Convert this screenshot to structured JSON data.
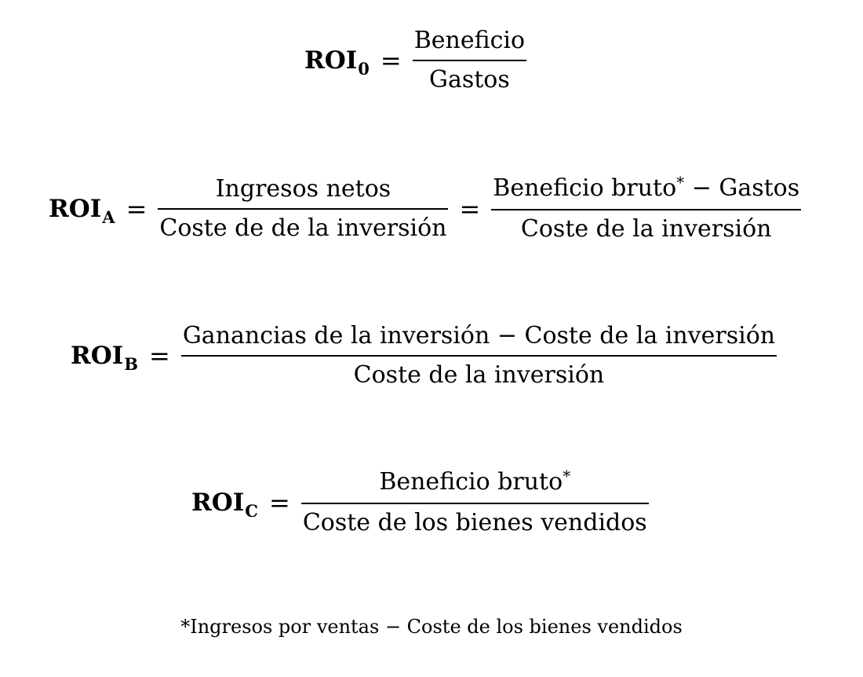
{
  "formulas": [
    {
      "lhs": "ROI",
      "sub": "0",
      "num": "Beneficio",
      "den": "Gastos"
    },
    {
      "lhs": "ROI",
      "sub": "A",
      "f1_num": "Ingresos netos",
      "f1_den": "Coste de de la inversión",
      "f2_num": "Beneficio bruto",
      "f2_num_star": "*",
      "f2_num_rest": " − Gastos",
      "f2_den": "Coste de la inversión"
    },
    {
      "lhs": "ROI",
      "sub": "B",
      "num": "Ganancias de la inversión − Coste de la inversión",
      "den": "Coste de la inversión"
    },
    {
      "lhs": "ROI",
      "sub": "C",
      "num": "Beneficio bruto",
      "num_star": "*",
      "den": "Coste de los bienes vendidos"
    }
  ],
  "equals": "=",
  "footnote": "*Ingresos por ventas − Coste de los bienes vendidos"
}
